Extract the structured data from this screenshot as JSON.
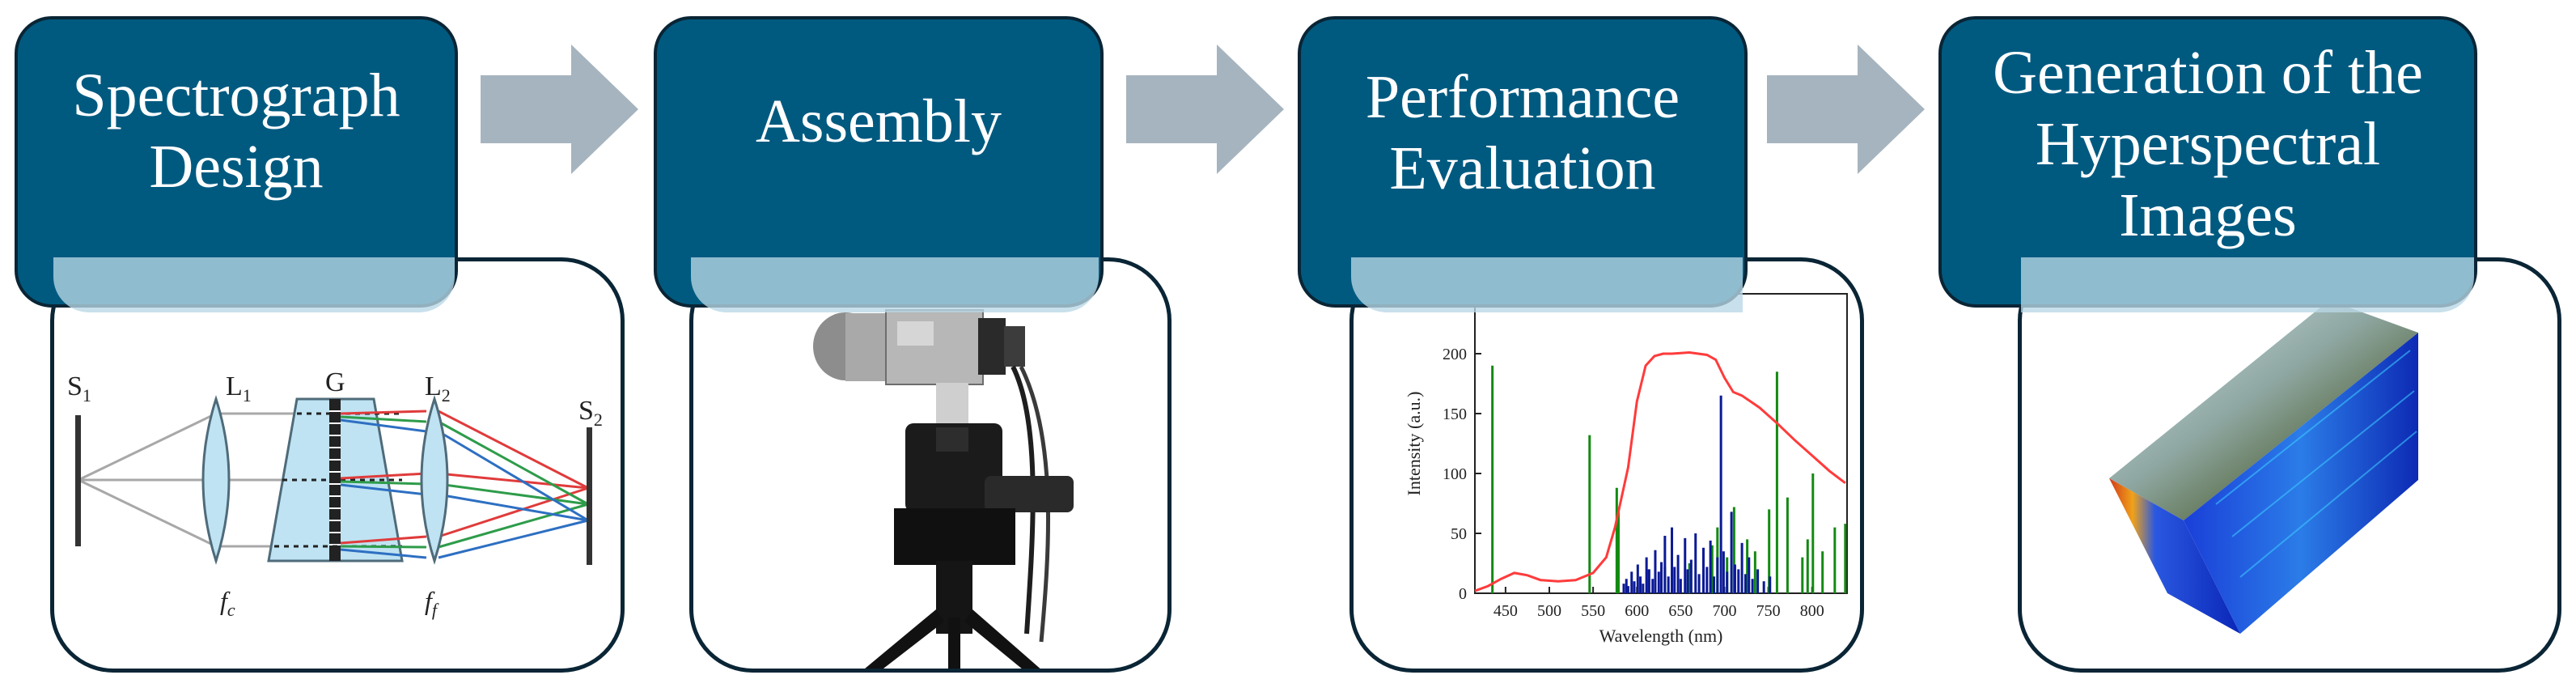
{
  "stages": [
    {
      "title": "Spectrograph\nDesign"
    },
    {
      "title": "Assembly"
    },
    {
      "title": "Performance\nEvaluation"
    },
    {
      "title": "Generation of the\nHyperspectral\nImages"
    }
  ],
  "optics_labels": {
    "s1": "S",
    "s1_sub": "1",
    "l1": "L",
    "l1_sub": "1",
    "g": "G",
    "l2": "L",
    "l2_sub": "2",
    "s2": "S",
    "s2_sub": "2",
    "fc": "f",
    "fc_sub": "c",
    "ff": "f",
    "ff_sub": "f"
  },
  "colors": {
    "title_fill": "#005a80",
    "border": "#0a2535",
    "arrow": "#a6b4bf",
    "chart_red": "#ff3b3b",
    "chart_green": "#138a13",
    "chart_blue": "#0b1a96"
  },
  "chart_data": {
    "type": "line",
    "xlabel": "Wavelength (nm)",
    "ylabel": "Intensity (a.u.)",
    "xlim": [
      415,
      840
    ],
    "ylim": [
      0,
      250
    ],
    "xticks": [
      450,
      500,
      550,
      600,
      650,
      700,
      750,
      800
    ],
    "yticks": [
      0,
      50,
      100,
      150,
      200,
      250
    ],
    "series": [
      {
        "color": "#ff3b3b",
        "kind": "line",
        "x": [
          415,
          430,
          445,
          460,
          475,
          490,
          510,
          530,
          550,
          565,
          575,
          590,
          600,
          610,
          620,
          630,
          640,
          660,
          680,
          690,
          700,
          710,
          720,
          740,
          760,
          780,
          800,
          820,
          838
        ],
        "y": [
          2,
          6,
          12,
          17,
          15,
          11,
          10,
          11,
          17,
          30,
          55,
          105,
          160,
          190,
          198,
          200,
          200,
          201,
          199,
          195,
          180,
          168,
          165,
          155,
          142,
          128,
          115,
          102,
          92
        ]
      },
      {
        "color": "#138a13",
        "kind": "spikes",
        "x": [
          435,
          546,
          577,
          579,
          612,
          632,
          640,
          660,
          686,
          692,
          703,
          711,
          726,
          735,
          751,
          760,
          772,
          789,
          795,
          801,
          812,
          826,
          838
        ],
        "y": [
          190,
          132,
          88,
          70,
          20,
          22,
          18,
          25,
          40,
          55,
          30,
          72,
          45,
          35,
          70,
          185,
          80,
          30,
          45,
          100,
          35,
          55,
          58
        ]
      },
      {
        "color": "#0b1a96",
        "kind": "spikes",
        "x": [
          585,
          588,
          590,
          594,
          597,
          601,
          604,
          607,
          611,
          614,
          618,
          621,
          625,
          628,
          632,
          636,
          640,
          643,
          647,
          650,
          655,
          658,
          662,
          667,
          671,
          676,
          680,
          684,
          688,
          692,
          696,
          699,
          703,
          708,
          712,
          716,
          720,
          724,
          728,
          732,
          738,
          745,
          752
        ],
        "y": [
          8,
          12,
          6,
          18,
          10,
          24,
          14,
          8,
          30,
          20,
          12,
          36,
          18,
          26,
          48,
          14,
          55,
          22,
          32,
          12,
          46,
          20,
          28,
          50,
          16,
          38,
          22,
          44,
          14,
          30,
          165,
          35,
          18,
          68,
          24,
          20,
          42,
          16,
          30,
          12,
          20,
          10,
          14
        ]
      }
    ]
  }
}
